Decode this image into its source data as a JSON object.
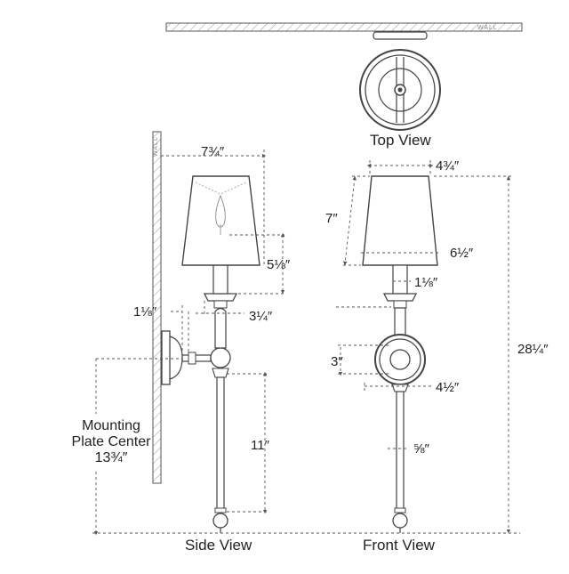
{
  "wall_label": "WALL",
  "views": {
    "top": "Top View",
    "side": "Side View",
    "front": "Front View"
  },
  "dimensions": {
    "side_shade_width": "7¾″",
    "side_shade_height": "5⅛″",
    "side_plate_offset": "1⅛″",
    "side_cup_width": "3¼″",
    "side_lower_length": "11″",
    "front_top_shade": "4¾″",
    "front_shade_height": "7″",
    "front_bottom_shade": "6½″",
    "front_candle": "1⅛″",
    "front_plate_height": "3″",
    "front_plate_width": "4½″",
    "front_rod": "⅝″",
    "overall_height": "28¼″"
  },
  "mounting": {
    "line1": "Mounting",
    "line2": "Plate Center",
    "value": "13¾″"
  },
  "colors": {
    "line": "#444444",
    "dim_line": "#555555",
    "hatch": "#999999",
    "shade": "#ffffff"
  }
}
